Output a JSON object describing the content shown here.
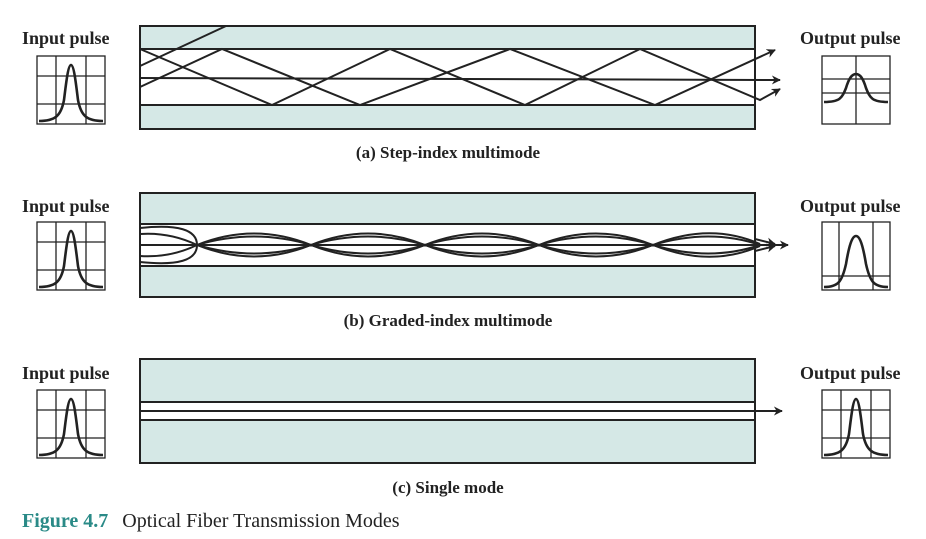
{
  "colors": {
    "cladding": "#d5e8e6",
    "core": "#ffffff",
    "stroke": "#222222",
    "figure_number": "#2a8a87"
  },
  "panels": [
    {
      "id": "step-index",
      "input_label": "Input pulse",
      "output_label": "Output pulse",
      "caption_letter": "(a)",
      "caption_text": " Step-index multimode",
      "output_pulse_level": "broadened"
    },
    {
      "id": "graded-index",
      "input_label": "Input pulse",
      "output_label": "Output pulse",
      "caption_letter": "(b)",
      "caption_text": " Graded-index multimode",
      "output_pulse_level": "slightly-broadened"
    },
    {
      "id": "single-mode",
      "input_label": "Input pulse",
      "output_label": "Output pulse",
      "caption_letter": "(c)",
      "caption_text": " Single mode",
      "output_pulse_level": "preserved"
    }
  ],
  "figure": {
    "number": "Figure 4.7",
    "title": "Optical Fiber Transmission Modes"
  }
}
